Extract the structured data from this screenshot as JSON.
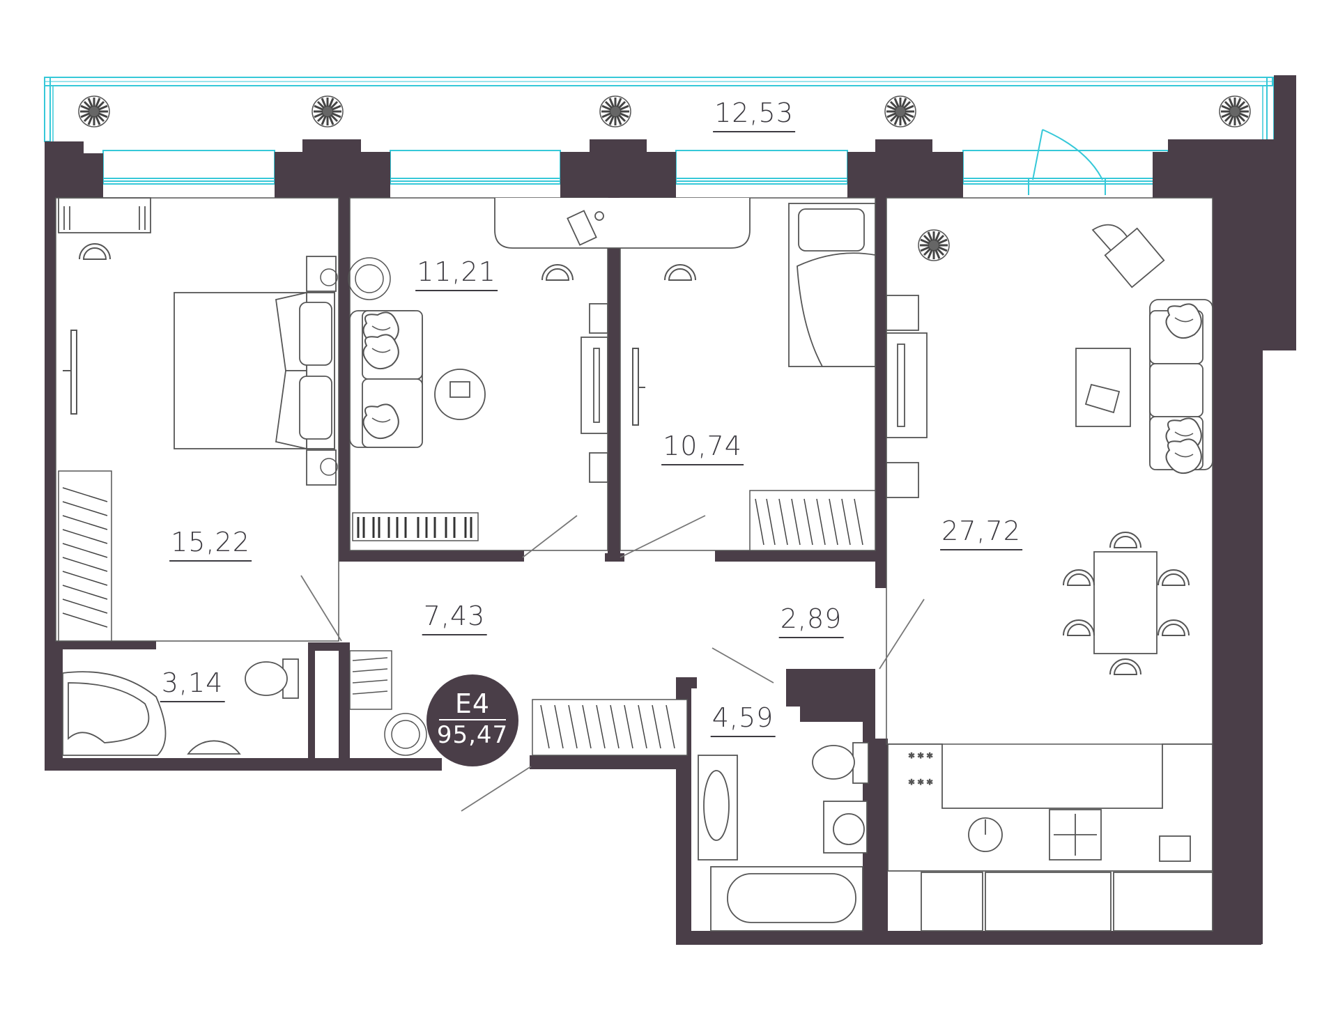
{
  "colors": {
    "wall": "#4a3e48",
    "glazing": "#36c8d8",
    "line": "#555555",
    "text": "#3c3a40",
    "badge_text": "#ffffff"
  },
  "rooms": [
    {
      "id": "balcony",
      "area": "12,53"
    },
    {
      "id": "bedroom-1",
      "area": "15,22"
    },
    {
      "id": "living-1",
      "area": "11,21"
    },
    {
      "id": "bedroom-2",
      "area": "10,74"
    },
    {
      "id": "kitchen-living",
      "area": "27,72"
    },
    {
      "id": "hallway",
      "area": "7,43"
    },
    {
      "id": "corridor",
      "area": "2,89"
    },
    {
      "id": "bathroom-1",
      "area": "3,14"
    },
    {
      "id": "bathroom-2",
      "area": "4,59"
    }
  ],
  "badge": {
    "code": "Е4",
    "total": "95,47"
  },
  "icons": [
    "plant-icon",
    "bed-icon",
    "sofa-icon",
    "chair-icon",
    "table-icon",
    "toilet-icon",
    "bathtub-icon",
    "sink-icon",
    "washing-machine-icon",
    "wardrobe-icon",
    "tv-icon",
    "stove-icon",
    "fan-icon",
    "armchair-icon"
  ]
}
